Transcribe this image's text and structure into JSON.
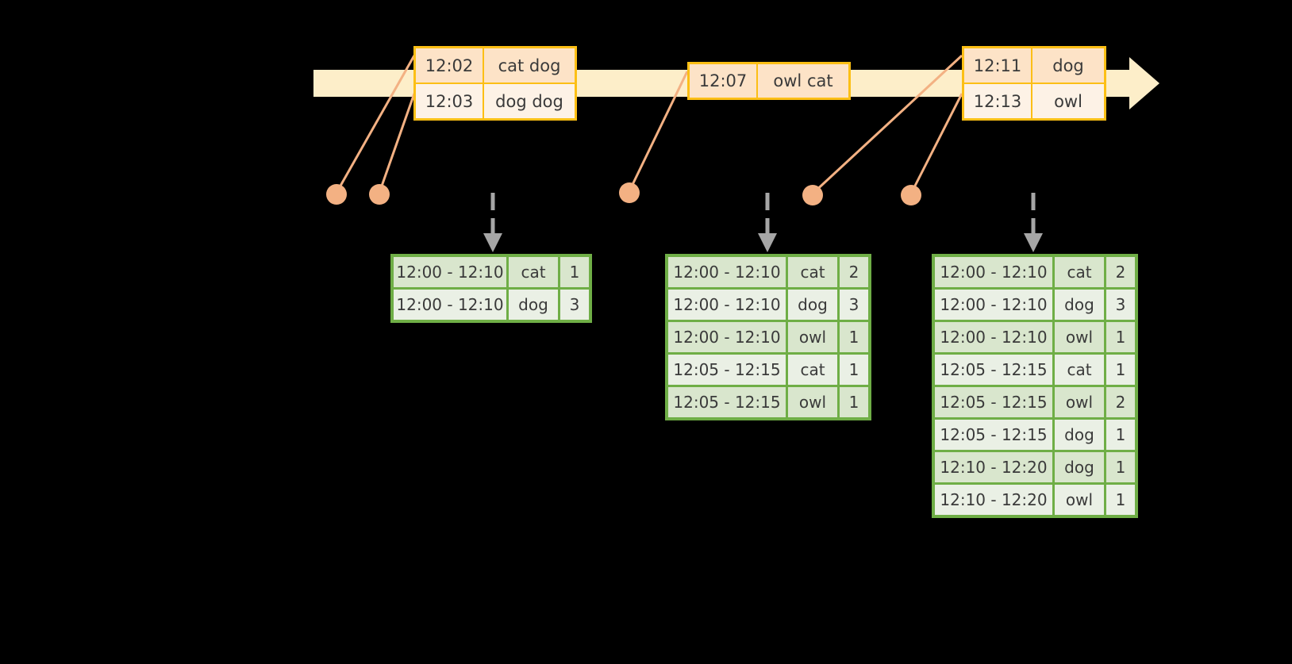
{
  "timeline": {
    "name": "event-stream-timeline",
    "events": [
      {
        "id": "e1",
        "time": "12:02",
        "value": "cat dog",
        "shade": "shade"
      },
      {
        "id": "e2",
        "time": "12:03",
        "value": "dog dog",
        "shade": "light"
      },
      {
        "id": "e3",
        "time": "12:07",
        "value": "owl cat",
        "shade": "shade"
      },
      {
        "id": "e4",
        "time": "12:11",
        "value": "dog",
        "shade": "shade"
      },
      {
        "id": "e5",
        "time": "12:13",
        "value": "owl",
        "shade": "light"
      }
    ]
  },
  "colors": {
    "timeline_bar": "#fdeec9",
    "event_border": "#fcbf15",
    "event_shade": "#fde3c7",
    "event_light": "#fdf2e6",
    "dot": "#f3b183",
    "leader_line": "#f3b183",
    "table_border": "#6fae46",
    "table_row_a": "#d9e6cd",
    "table_row_b": "#eaf0e5",
    "dashed_arrow": "#a6a6a6",
    "background": "#000000"
  },
  "tables": [
    {
      "name": "result-table-1",
      "rows": [
        {
          "window": "12:00 - 12:10",
          "key": "cat",
          "count": "1",
          "shade": "a"
        },
        {
          "window": "12:00 - 12:10",
          "key": "dog",
          "count": "3",
          "shade": "b"
        }
      ]
    },
    {
      "name": "result-table-2",
      "rows": [
        {
          "window": "12:00 - 12:10",
          "key": "cat",
          "count": "2",
          "shade": "a"
        },
        {
          "window": "12:00 - 12:10",
          "key": "dog",
          "count": "3",
          "shade": "b"
        },
        {
          "window": "12:00 - 12:10",
          "key": "owl",
          "count": "1",
          "shade": "a"
        },
        {
          "window": "12:05 - 12:15",
          "key": "cat",
          "count": "1",
          "shade": "b"
        },
        {
          "window": "12:05 - 12:15",
          "key": "owl",
          "count": "1",
          "shade": "a"
        }
      ]
    },
    {
      "name": "result-table-3",
      "rows": [
        {
          "window": "12:00 - 12:10",
          "key": "cat",
          "count": "2",
          "shade": "a"
        },
        {
          "window": "12:00 - 12:10",
          "key": "dog",
          "count": "3",
          "shade": "b"
        },
        {
          "window": "12:00 - 12:10",
          "key": "owl",
          "count": "1",
          "shade": "a"
        },
        {
          "window": "12:05 - 12:15",
          "key": "cat",
          "count": "1",
          "shade": "b"
        },
        {
          "window": "12:05 - 12:15",
          "key": "owl",
          "count": "2",
          "shade": "a"
        },
        {
          "window": "12:05 - 12:15",
          "key": "dog",
          "count": "1",
          "shade": "b"
        },
        {
          "window": "12:10 - 12:20",
          "key": "dog",
          "count": "1",
          "shade": "a"
        },
        {
          "window": "12:10 - 12:20",
          "key": "owl",
          "count": "1",
          "shade": "b"
        }
      ]
    }
  ]
}
